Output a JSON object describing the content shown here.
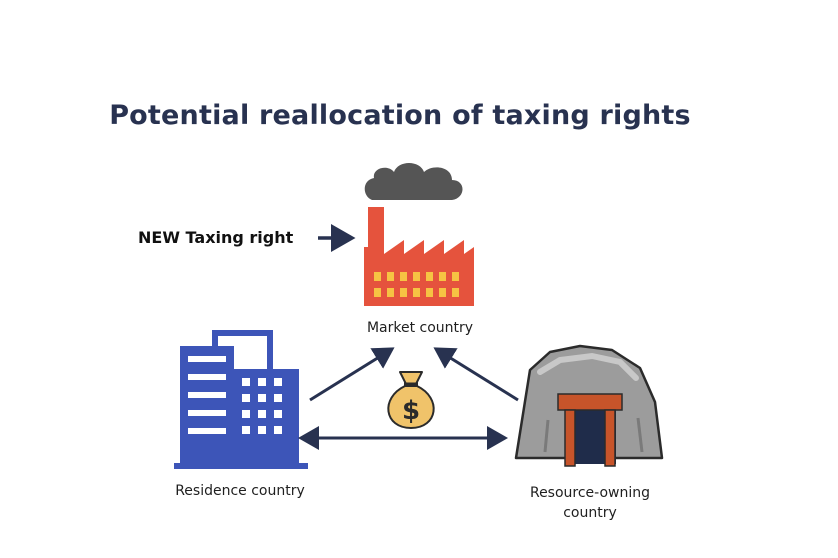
{
  "title": "Potential reallocation of taxing rights",
  "new_taxing_right": "NEW Taxing right",
  "nodes": {
    "market": "Market country",
    "residence": "Residence country",
    "resource_line1": "Resource-owning",
    "resource_line2": "country"
  },
  "icons": {
    "market": "factory-icon",
    "residence": "office-buildings-icon",
    "resource": "mine-entrance-icon",
    "money": "money-bag-icon"
  },
  "money_symbol": "$",
  "colors": {
    "title": "#283250",
    "arrow": "#283250",
    "factory": "#e5533d",
    "factory_windows": "#f6c343",
    "smoke": "#555555",
    "buildings": "#3d55b8",
    "rock": "#9c9c9c",
    "mine_frame": "#c7542a",
    "money_bag": "#f0c36a"
  }
}
